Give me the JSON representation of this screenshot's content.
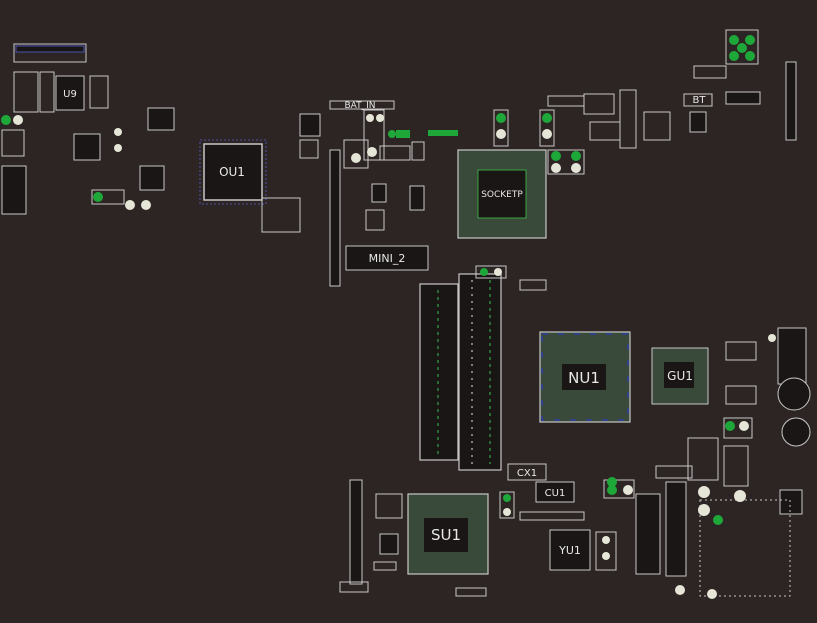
{
  "board": {
    "background": "#2c2523",
    "colors": {
      "outline": "#c8c8c8",
      "pad": "#e6e6d8",
      "via": "#1fa83a",
      "bga_fill": "#3a4a3a",
      "bga_green": "#3cc04a",
      "accent_blue": "#2a3ad8",
      "accent_red": "#d83030",
      "chip_fill": "#1a1615"
    },
    "labels": {
      "u9": "U9",
      "ou1": "OU1",
      "bat_in": "BAT_IN",
      "bt": "BT",
      "socketp": "SOCKETP",
      "mini_2": "MINI_2",
      "nu1": "NU1",
      "gu1": "GU1",
      "cx1": "CX1",
      "cu1": "CU1",
      "su1": "SU1",
      "yu1": "YU1"
    }
  }
}
